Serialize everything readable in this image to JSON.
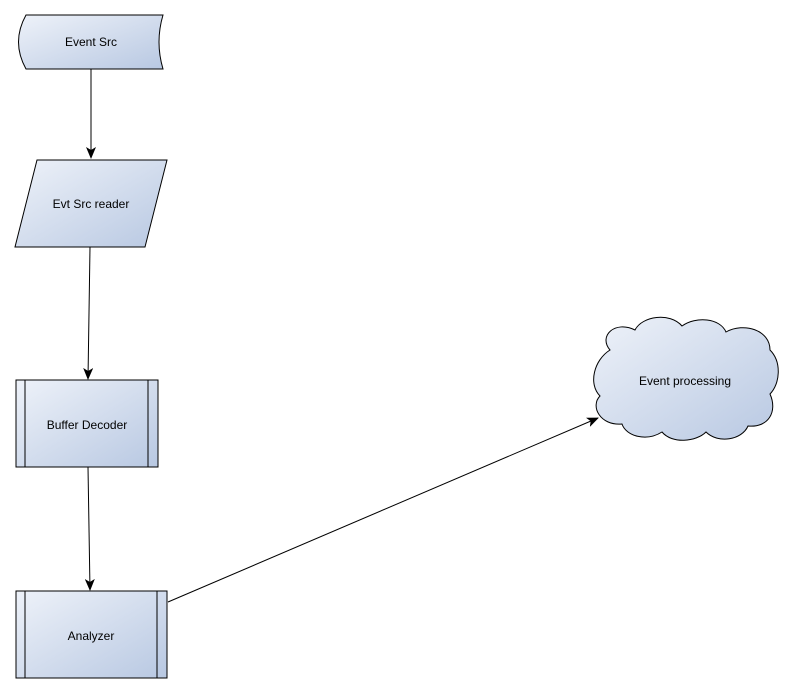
{
  "colors": {
    "fill_light": "#eef2f9",
    "fill_dark": "#b8c8e2",
    "stroke": "#000000",
    "edge": "#000000"
  },
  "nodes": [
    {
      "id": "event-src",
      "label": "Event Src",
      "shape": "stored-data"
    },
    {
      "id": "evt-src-reader",
      "label": "Evt Src reader",
      "shape": "parallelogram"
    },
    {
      "id": "buffer-decoder",
      "label": "Buffer Decoder",
      "shape": "predefined-process"
    },
    {
      "id": "analyzer",
      "label": "Analyzer",
      "shape": "predefined-process"
    },
    {
      "id": "event-processing",
      "label": "Event processing",
      "shape": "cloud"
    }
  ],
  "edges": [
    {
      "from": "event-src",
      "to": "evt-src-reader"
    },
    {
      "from": "evt-src-reader",
      "to": "buffer-decoder"
    },
    {
      "from": "buffer-decoder",
      "to": "analyzer"
    },
    {
      "from": "analyzer",
      "to": "event-processing"
    }
  ]
}
